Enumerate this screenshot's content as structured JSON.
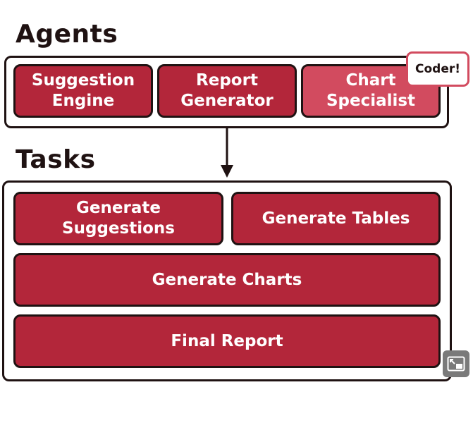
{
  "headings": {
    "agents": "Agents",
    "tasks": "Tasks"
  },
  "agents": [
    {
      "line1": "Suggestion",
      "line2": "Engine"
    },
    {
      "line1": "Report",
      "line2": "Generator"
    },
    {
      "line1": "Chart",
      "line2": "Specialist"
    }
  ],
  "badge": {
    "label": "Coder!"
  },
  "tasks": [
    {
      "line1": "Generate",
      "line2": "Suggestions"
    },
    {
      "line1": "Generate Tables"
    },
    {
      "line1": "Generate Charts"
    },
    {
      "line1": "Final Report"
    }
  ],
  "colors": {
    "box_fill": "#b3263a",
    "box_fill_highlight": "#d24b5f",
    "outline": "#1f1212",
    "text": "#ffffff"
  },
  "icons": {
    "corner_widget": "picture-in-picture-icon",
    "connector": "down-arrow-icon"
  }
}
